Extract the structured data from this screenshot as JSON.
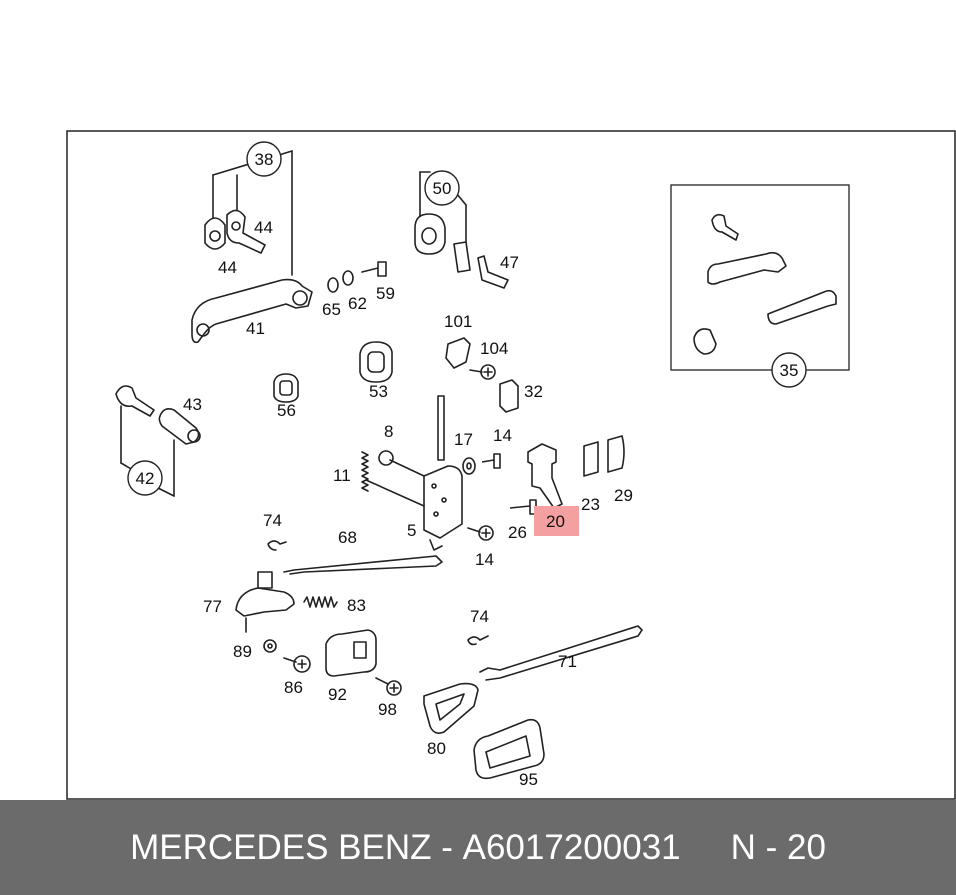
{
  "footer": {
    "brand": "MERCEDES BENZ",
    "dash": "-",
    "part_number": "A6017200031",
    "position": "N - 20"
  },
  "highlight_color": "#f4a0a0",
  "callouts": {
    "p38": "38",
    "p44a": "44",
    "p44b": "44",
    "p41": "41",
    "p65": "65",
    "p62": "62",
    "p59": "59",
    "p50": "50",
    "p47": "47",
    "p101": "101",
    "p104": "104",
    "p32": "32",
    "p53": "53",
    "p56": "56",
    "p43": "43",
    "p42": "42",
    "p8": "8",
    "p17": "17",
    "p14a": "14",
    "p11": "11",
    "p5": "5",
    "p14b": "14",
    "p26": "26",
    "p20": "20",
    "p23": "23",
    "p29": "29",
    "p35": "35",
    "p74a": "74",
    "p68": "68",
    "p77": "77",
    "p83": "83",
    "p89": "89",
    "p86": "86",
    "p92": "92",
    "p98": "98",
    "p74b": "74",
    "p71": "71",
    "p80": "80",
    "p95": "95"
  }
}
